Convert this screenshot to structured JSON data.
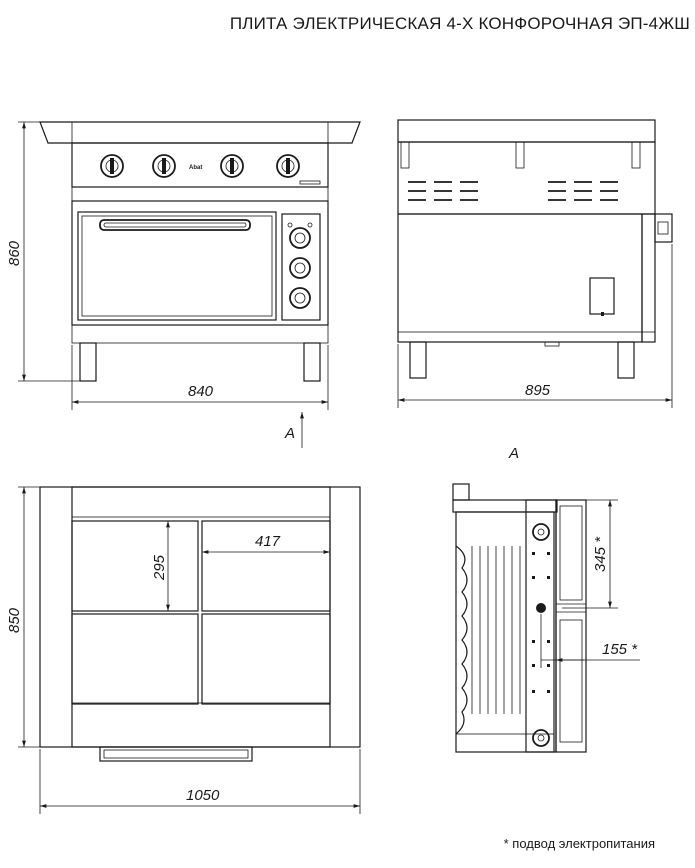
{
  "title": "ПЛИТА ЭЛЕКТРИЧЕСКАЯ 4-Х КОНФОРОЧНАЯ ЭП-4ЖШ",
  "footnote": "* подвод электропитания",
  "front_view": {
    "height_dim": "860",
    "width_dim": "840",
    "logo": "Abat"
  },
  "side_view": {
    "depth_dim": "895",
    "view_marker": "А"
  },
  "top_view": {
    "depth_dim": "850",
    "width_dim": "1050",
    "burner_depth": "295",
    "burner_width": "417"
  },
  "rear_view_a": {
    "label": "А",
    "connection_height": "345 *",
    "connection_offset": "155 *"
  }
}
